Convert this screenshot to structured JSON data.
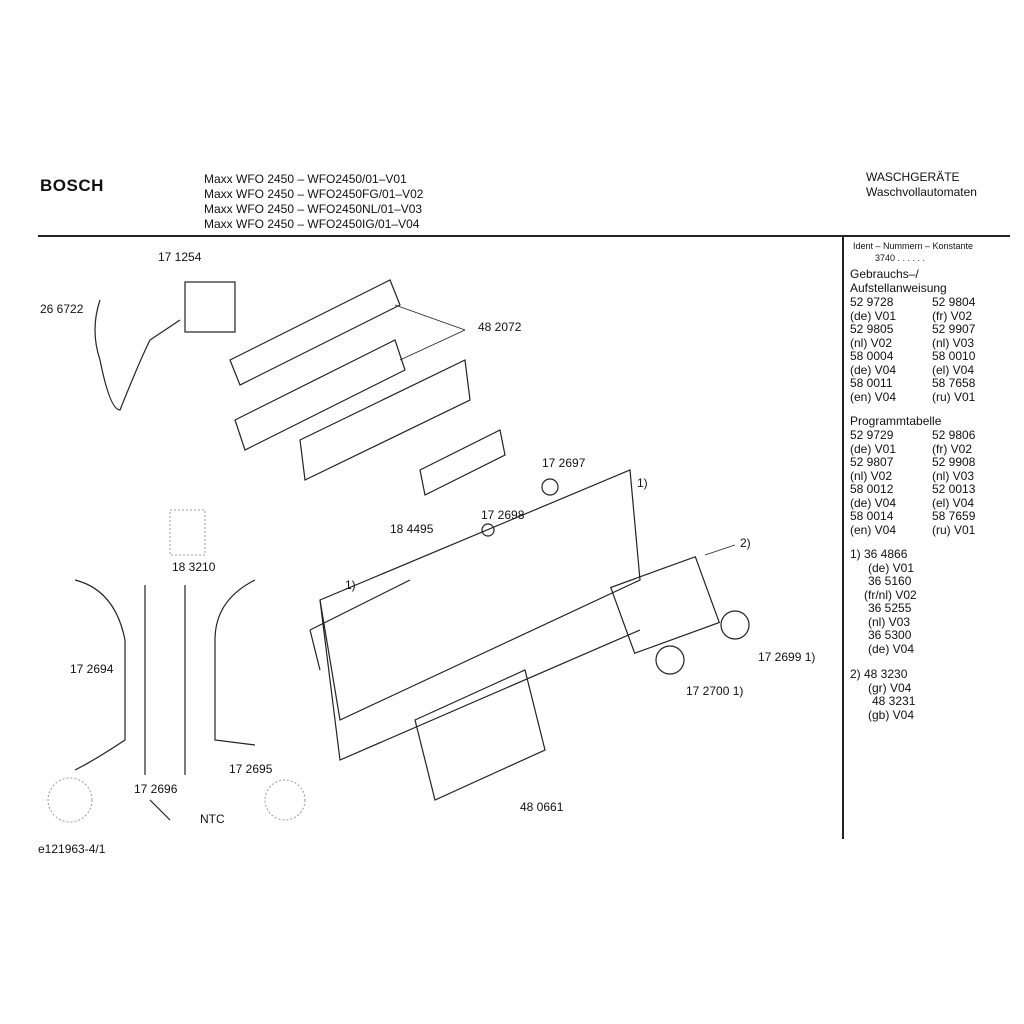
{
  "header": {
    "brand": "BOSCH",
    "models": [
      "Maxx WFO 2450 – WFO2450/01–V01",
      "Maxx WFO 2450 – WFO2450FG/01–V02",
      "Maxx WFO 2450 – WFO2450NL/01–V03",
      "Maxx WFO 2450 – WFO2450IG/01–V04"
    ],
    "category": "WASCHGERÄTE",
    "subcategory": "Waschvollautomaten"
  },
  "sidebar": {
    "ident": "Ident – Nummern – Konstante",
    "ident_value": "3740 . . . . . .",
    "manual_title": "Gebrauchs–/ Aufstellanweisung",
    "manual": [
      "52 9728",
      "52 9804",
      "(de) V01",
      "(fr) V02",
      "52 9805",
      "52 9907",
      "(nl)  V02",
      "(nl) V03",
      "58 0004",
      "58 0010",
      "(de) V04",
      "(el) V04",
      "58 0011",
      "58 7658",
      "(en) V04",
      "(ru) V01"
    ],
    "program_title": "Programmtabelle",
    "program": [
      "52 9729",
      "52 9806",
      "(de) V01",
      "(fr) V02",
      "52 9807",
      "52 9908",
      "(nl)  V02",
      "(nl) V03",
      "58 0012",
      "52 0013",
      "(de) V04",
      "(el) V04",
      "58 0014",
      "58 7659",
      "(en) V04",
      "(ru) V01"
    ],
    "note1": [
      "1) 36 4866",
      "(de) V01",
      "36 5160",
      "(fr/nl) V02",
      "36 5255",
      "(nl)  V03",
      "36 5300",
      "(de) V04"
    ],
    "note2": [
      "2)  48 3230",
      "(gr)  V04",
      "48 3231",
      "(gb) V04"
    ]
  },
  "parts": {
    "p1": "17 1254",
    "p2": "26 6722",
    "p3": "48 2072",
    "p4": "17 2697",
    "p5": "1)",
    "p6": "18 4495",
    "p7": "17 2698",
    "p8": "2)",
    "p9": "18 3210",
    "p10": "1)",
    "p11": "17 2694",
    "p12": "17 2699 1)",
    "p13": "17 2700 1)",
    "p14": "17 2695",
    "p15": "17 2696",
    "p16": "NTC",
    "p17": "48 0661"
  },
  "footer": {
    "drawing_id": "e121963-4/1"
  }
}
